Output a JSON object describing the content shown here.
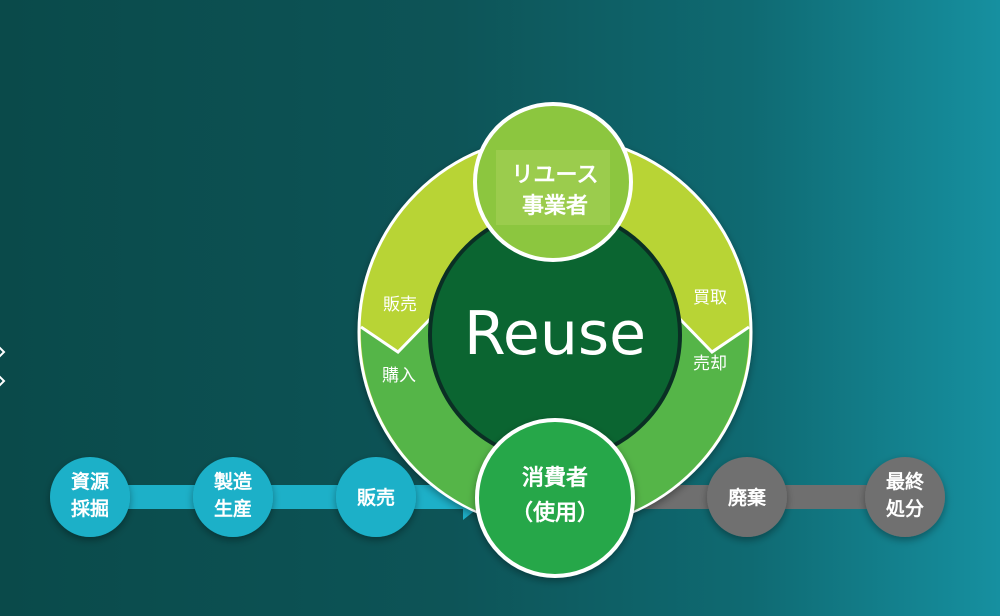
{
  "diagram": {
    "hub": {
      "label": "Reuse"
    },
    "reuse_business": {
      "line1": "リユース",
      "line2": "事業者"
    },
    "consumer": {
      "line1": "消費者",
      "line2": "（使用）"
    },
    "ring_labels": {
      "sell_left": "販売",
      "buy_left": "購入",
      "buy_right": "買取",
      "sell_right": "売却"
    },
    "flow_nodes": [
      {
        "line1": "資源",
        "line2": "採掘"
      },
      {
        "line1": "製造",
        "line2": "生産"
      },
      {
        "line1": "販売",
        "line2": ""
      }
    ],
    "end_nodes": [
      {
        "line1": "廃棄",
        "line2": ""
      },
      {
        "line1": "最終",
        "line2": "処分"
      }
    ],
    "colors": {
      "ring_outer": "#b8d435",
      "ring_inner": "#55b548",
      "hub": "#0b6531",
      "flow": "#1db0c8",
      "end": "#6f6f6f",
      "consumer": "#25a748",
      "reuse_business": "#8cc63f"
    }
  }
}
